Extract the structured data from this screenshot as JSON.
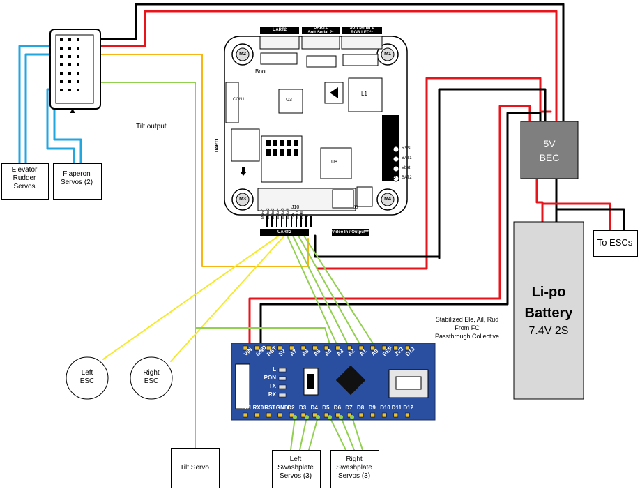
{
  "labels": {
    "elevator_rudder": "Elevator\nRudder\nServos",
    "flaperon": "Flaperon\nServos (2)",
    "tilt_output": "Tilt output",
    "tilt_servo": "Tilt Servo",
    "left_esc": "Left\nESC",
    "right_esc": "Right\nESC",
    "left_swash": "Left\nSwashplate\nServos (3)",
    "right_swash": "Right\nSwashplate\nServos (3)",
    "bec": "5V\nBEC",
    "to_escs": "To ESCs",
    "battery_title": "Li-po\nBattery",
    "battery_spec": "7.4V 2S",
    "stabilized_note": "Stabilized Ele, Ail, Rud\nFrom FC\nPassthrough Collective"
  },
  "fc_board": {
    "uart2_top": "UART2",
    "soft_serial2": "UART2\nSoft Serial 2*",
    "soft_serial1": "Soft Serial 1\nRGB LED**",
    "uart2_bottom": "UART2",
    "video": "Video In / Output***",
    "gnd": "GND",
    "uart1": "UART1",
    "boot": "Boot",
    "j10": "J10",
    "j5": "J5",
    "con1": "CON1",
    "u8": "U8",
    "u3": "U3",
    "l1": "L1",
    "side_pads": [
      "RSSI",
      "BAT1",
      "Vbat",
      "BAT2"
    ],
    "bottom_pins": [
      "Motor1",
      "Motor2",
      "Motor3",
      "Motor4",
      "Motor5",
      "Motor6",
      "+5V",
      "GND",
      "PPM",
      "TX"
    ],
    "m_labels": [
      "M2",
      "M1",
      "M3",
      "M4"
    ]
  },
  "nano": {
    "top_pins": [
      "VIN",
      "GND",
      "RST",
      "5V",
      "A7",
      "A6",
      "A5",
      "A4",
      "A3",
      "A2",
      "A1",
      "A0",
      "REF",
      "3V3",
      "D13"
    ],
    "bottom_pins": [
      "TX1",
      "RX0",
      "RST",
      "GND",
      "D2",
      "D3",
      "D4",
      "D5",
      "D6",
      "D7",
      "D8",
      "D9",
      "D10",
      "D11",
      "D12"
    ],
    "leds": [
      "L",
      "PON",
      "TX",
      "RX"
    ]
  },
  "colors": {
    "red": "#e8141b",
    "black": "#000000",
    "yellow": "#f5e92a",
    "orange": "#f7b616",
    "green": "#92d050",
    "blue": "#22a6e0",
    "bec_gray": "#7f7f7f",
    "battery_gray": "#d9d9d9",
    "nano_blue": "#2b4fa0"
  }
}
